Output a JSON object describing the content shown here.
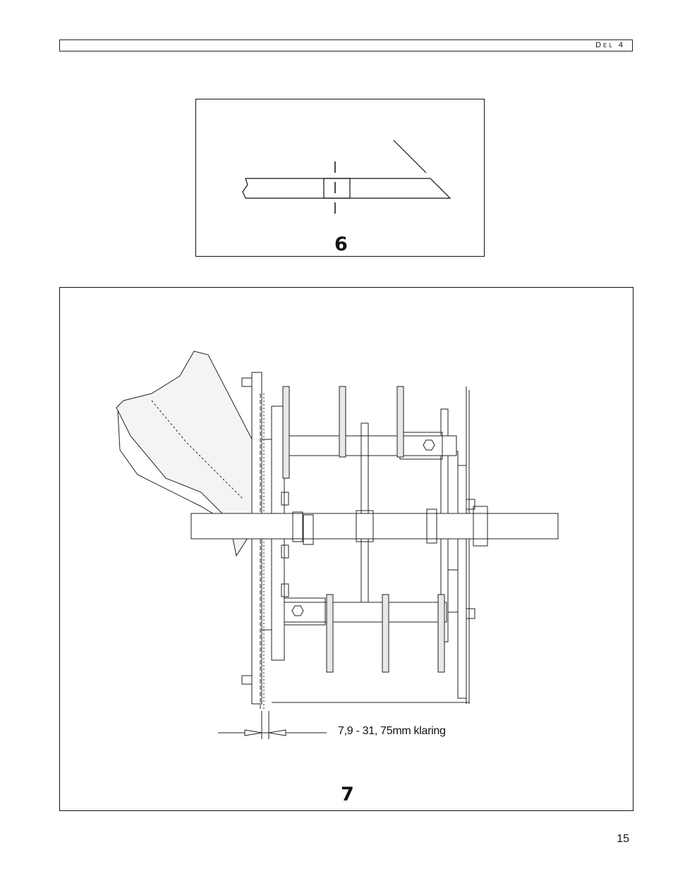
{
  "header": {
    "section": "Del 4"
  },
  "figure6": {
    "number": "6"
  },
  "figure7": {
    "number": "7",
    "clearance_text": "7,9 - 31, 75mm klaring"
  },
  "footer": {
    "page_number": "15"
  }
}
